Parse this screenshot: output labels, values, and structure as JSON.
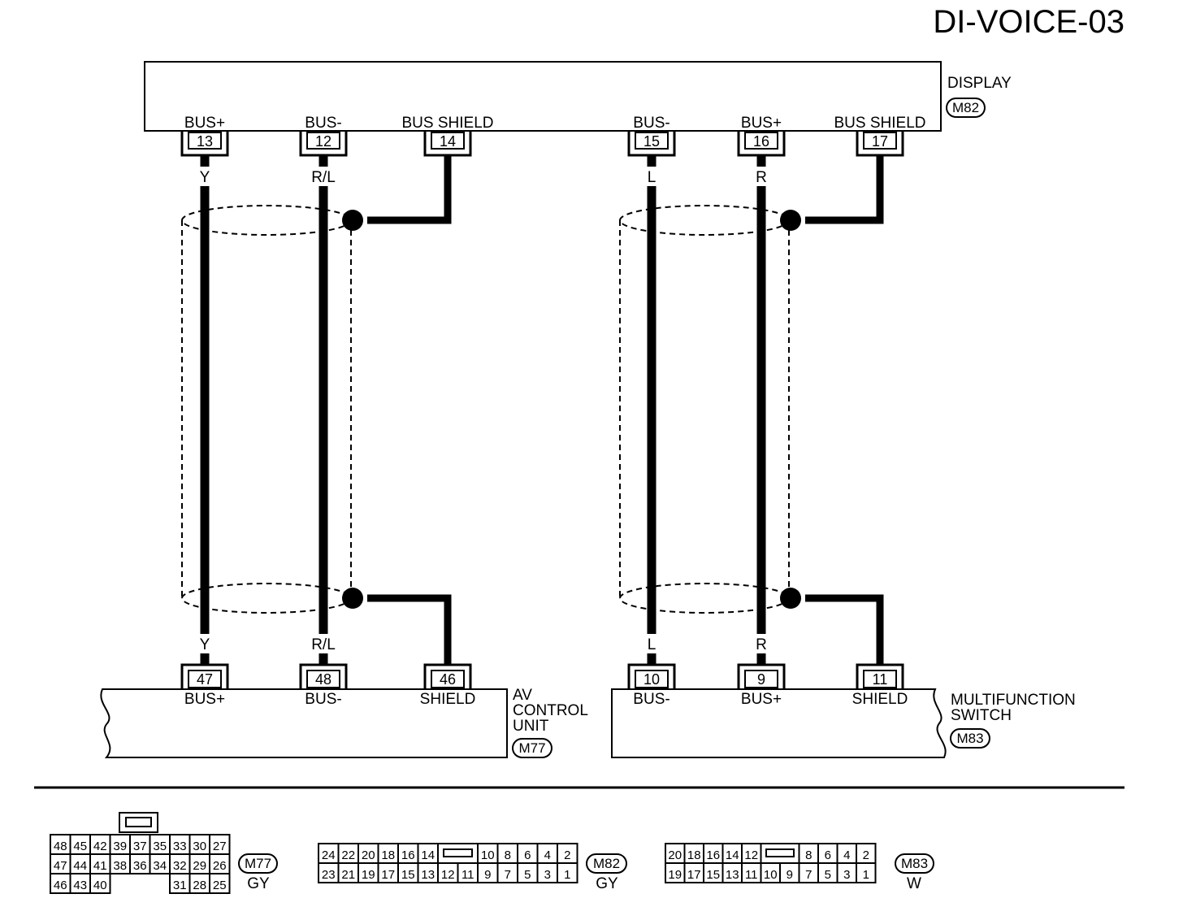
{
  "title": "DI-VOICE-03",
  "display": {
    "name": "DISPLAY",
    "code": "M82"
  },
  "av_unit": {
    "name_lines": [
      "AV",
      "CONTROL",
      "UNIT"
    ],
    "code": "M77"
  },
  "mf_switch": {
    "name_lines": [
      "MULTIFUNCTION",
      "SWITCH"
    ],
    "code": "M83"
  },
  "top_pins": [
    {
      "label": "BUS+",
      "num": "13"
    },
    {
      "label": "BUS-",
      "num": "12"
    },
    {
      "label": "BUS SHIELD",
      "num": "14"
    },
    {
      "label": "BUS-",
      "num": "15"
    },
    {
      "label": "BUS+",
      "num": "16"
    },
    {
      "label": "BUS SHIELD",
      "num": "17"
    }
  ],
  "bottom_pins": [
    {
      "label": "BUS+",
      "num": "47"
    },
    {
      "label": "BUS-",
      "num": "48"
    },
    {
      "label": "SHIELD",
      "num": "46"
    },
    {
      "label": "BUS-",
      "num": "10"
    },
    {
      "label": "BUS+",
      "num": "9"
    },
    {
      "label": "SHIELD",
      "num": "11"
    }
  ],
  "wire_colors": [
    "Y",
    "R/L",
    "L",
    "R"
  ],
  "connectors": [
    {
      "code": "M77",
      "color": "GY",
      "rows": [
        [
          "48",
          "45",
          "42",
          "39",
          "37",
          "35",
          "33",
          "30",
          "27"
        ],
        [
          "47",
          "44",
          "41",
          "38",
          "36",
          "34",
          "32",
          "29",
          "26"
        ],
        [
          "46",
          "43",
          "40",
          "",
          "",
          "",
          "31",
          "28",
          "25"
        ]
      ]
    },
    {
      "code": "M82",
      "color": "GY",
      "rows": [
        [
          "24",
          "22",
          "20",
          "18",
          "16",
          "14",
          "",
          "",
          "10",
          "8",
          "6",
          "4",
          "2"
        ],
        [
          "23",
          "21",
          "19",
          "17",
          "15",
          "13",
          "12",
          "11",
          "9",
          "7",
          "5",
          "3",
          "1"
        ]
      ]
    },
    {
      "code": "M83",
      "color": "W",
      "rows": [
        [
          "20",
          "18",
          "16",
          "14",
          "12",
          "",
          "",
          "8",
          "6",
          "4",
          "2"
        ],
        [
          "19",
          "17",
          "15",
          "13",
          "11",
          "10",
          "9",
          "7",
          "5",
          "3",
          "1"
        ]
      ]
    }
  ]
}
